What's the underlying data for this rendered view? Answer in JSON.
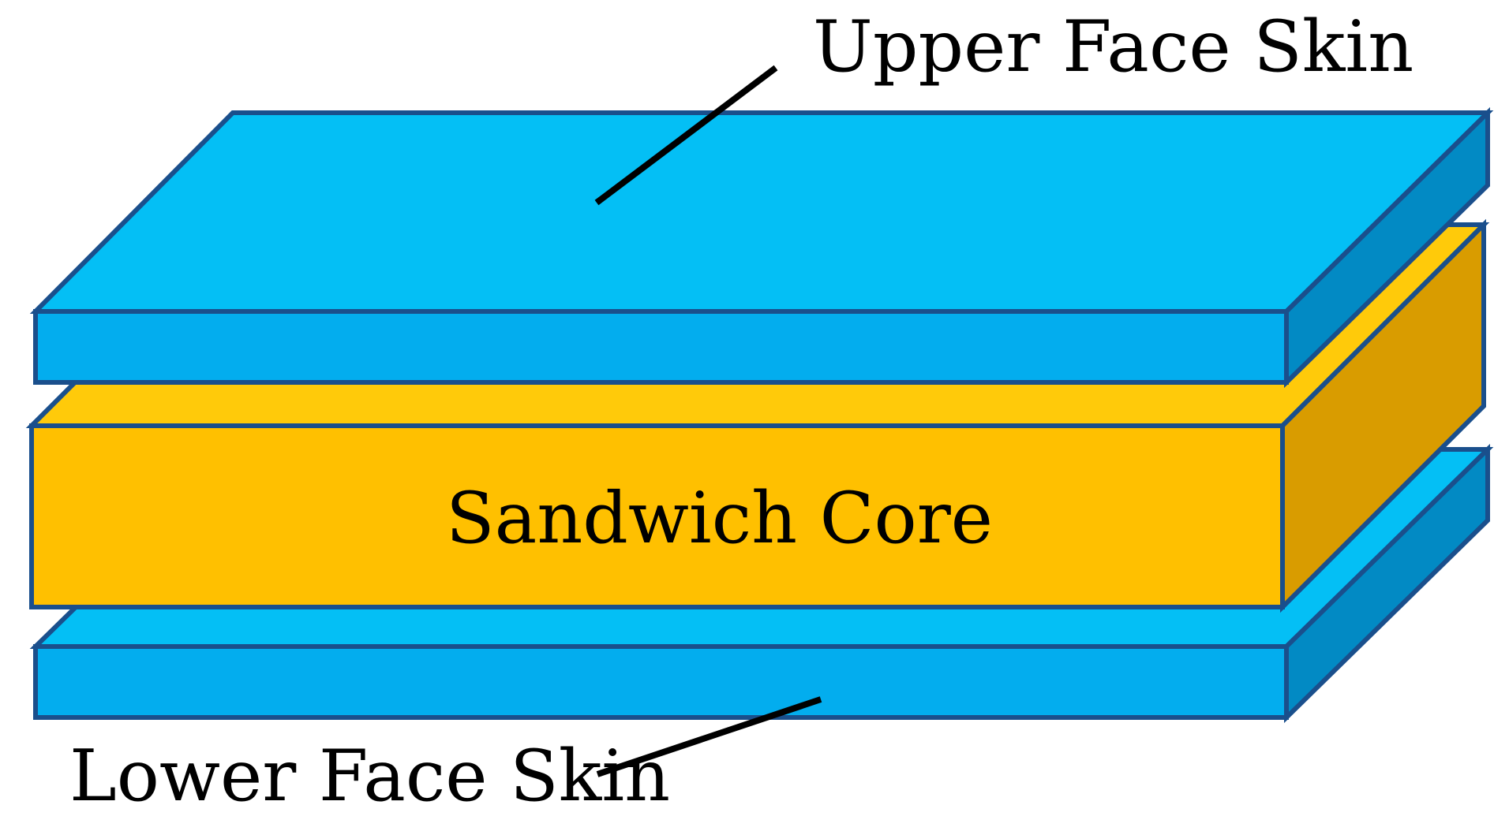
{
  "labels": {
    "upper_face_skin": "Upper Face Skin",
    "sandwich_core": "Sandwich Core",
    "lower_face_skin": "Lower Face Skin"
  },
  "colors": {
    "skin_top": "#04bff5",
    "skin_front": "#03adee",
    "skin_side": "#028ac4",
    "core_top": "#ffca0a",
    "core_front": "#ffc000",
    "core_side": "#d99c00",
    "outline": "#1a4f8c",
    "leader_line": "#000000",
    "text": "#000000"
  }
}
